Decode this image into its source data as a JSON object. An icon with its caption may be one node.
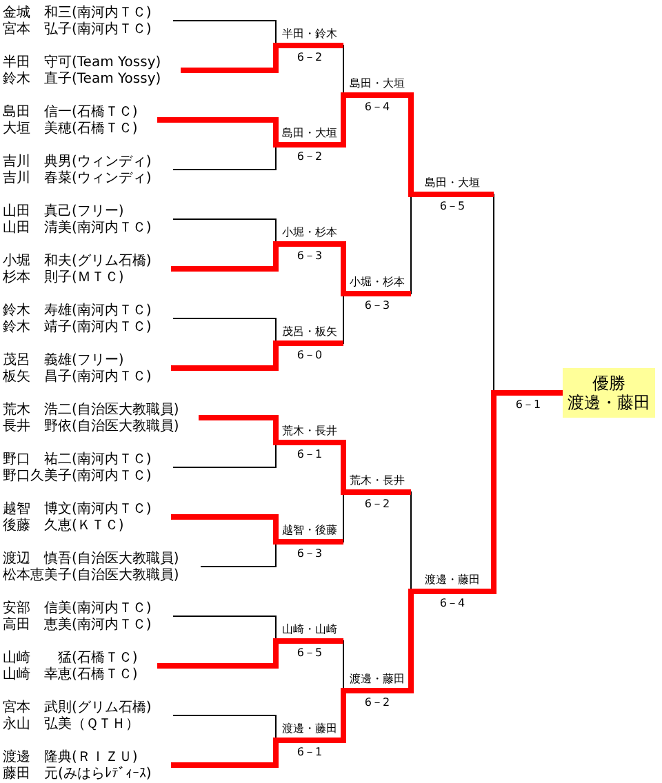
{
  "diagram": {
    "nodes": [
      {
        "text": [
          "金城　和三(南河内ＴＣ)",
          "宮本　弘子(南河内ＴＣ)"
        ]
      },
      {
        "text": [
          "半田　守可(Team Yossy)",
          "鈴木　直子(Team Yossy)"
        ]
      },
      {
        "text": [
          "島田　信一(石橋ＴＣ)",
          "大垣　美穂(石橋ＴＣ)"
        ]
      },
      {
        "text": [
          "吉川　典男(ウィンディ)",
          "吉川　春菜(ウィンディ)"
        ]
      },
      {
        "text": [
          "山田　真己(フリー)",
          "山田　清美(南河内ＴＣ)"
        ]
      },
      {
        "text": [
          "小堀　和夫(グリム石橋)",
          "杉本　則子(ＭＴＣ)"
        ]
      },
      {
        "text": [
          "鈴木　寿雄(南河内ＴＣ)",
          "鈴木　靖子(南河内ＴＣ)"
        ]
      },
      {
        "text": [
          "茂呂　義雄(フリー)",
          "板矢　昌子(南河内ＴＣ)"
        ]
      },
      {
        "text": [
          "荒木　浩二(自治医大教職員)",
          "長井　野依(自治医大教職員)"
        ]
      },
      {
        "text": [
          "野口　祐二(南河内ＴＣ)",
          "野口久美子(南河内ＴＣ)"
        ]
      },
      {
        "text": [
          "越智　博文(南河内ＴＣ)",
          "後藤　久恵(ＫＴＣ)"
        ]
      },
      {
        "text": [
          "渡辺　慎吾(自治医大教職員)",
          "松本恵美子(自治医大教職員)"
        ]
      },
      {
        "text": [
          "安部　信美(南河内ＴＣ)",
          "高田　恵美(南河内ＴＣ)"
        ]
      },
      {
        "text": [
          "山崎　　猛(石橋ＴＣ)",
          "山崎　幸恵(石橋ＴＣ)"
        ]
      },
      {
        "text": [
          "宮本　武則(グリム石橋)",
          "永山　弘美（ＱＴＨ）"
        ]
      },
      {
        "text": [
          "渡邊　隆典(ＲＩＺＵ)",
          "藤田　元(みはらﾚﾃﾞｨｰｽ)"
        ]
      },
      {
        "text": [
          "半田・鈴木",
          "6－2"
        ]
      },
      {
        "text": [
          "島田・大垣",
          "6－2"
        ]
      },
      {
        "text": [
          "小堀・杉本",
          "6－3"
        ]
      },
      {
        "text": [
          "茂呂・板矢",
          "6－0"
        ]
      },
      {
        "text": [
          "荒木・長井",
          "6－1"
        ]
      },
      {
        "text": [
          "越智・後藤",
          "6－3"
        ]
      },
      {
        "text": [
          "山崎・山崎",
          "6－5"
        ]
      },
      {
        "text": [
          "渡邊・藤田",
          "6－1"
        ]
      },
      {
        "text": [
          "島田・大垣",
          "6－4"
        ]
      },
      {
        "text": [
          "小堀・杉本",
          "6－3"
        ]
      },
      {
        "text": [
          "荒木・長井",
          "6－2"
        ]
      },
      {
        "text": [
          "渡邊・藤田",
          "6－2"
        ]
      },
      {
        "text": [
          "島田・大垣",
          "6－5"
        ]
      },
      {
        "text": [
          "渡邊・藤田",
          "6－4"
        ]
      },
      {
        "text": [
          "優勝",
          "渡邊・藤田"
        ]
      }
    ],
    "edges": [
      {
        "from": 0,
        "to": 16,
        "arrow": "none"
      },
      {
        "from": 1,
        "to": 16,
        "arrow": "none",
        "style": "thick",
        "color": "#ff0000"
      },
      {
        "from": 2,
        "to": 17,
        "arrow": "none",
        "style": "thick",
        "color": "#ff0000"
      },
      {
        "from": 3,
        "to": 17,
        "arrow": "none"
      },
      {
        "from": 4,
        "to": 18,
        "arrow": "none"
      },
      {
        "from": 5,
        "to": 18,
        "arrow": "none",
        "style": "thick",
        "color": "#ff0000"
      },
      {
        "from": 6,
        "to": 19,
        "arrow": "none"
      },
      {
        "from": 7,
        "to": 19,
        "arrow": "none",
        "style": "thick",
        "color": "#ff0000"
      },
      {
        "from": 8,
        "to": 20,
        "arrow": "none",
        "style": "thick",
        "color": "#ff0000"
      },
      {
        "from": 9,
        "to": 20,
        "arrow": "none"
      },
      {
        "from": 10,
        "to": 21,
        "arrow": "none",
        "style": "thick",
        "color": "#ff0000"
      },
      {
        "from": 11,
        "to": 21,
        "arrow": "none"
      },
      {
        "from": 12,
        "to": 22,
        "arrow": "none"
      },
      {
        "from": 13,
        "to": 22,
        "arrow": "none",
        "style": "thick",
        "color": "#ff0000"
      },
      {
        "from": 14,
        "to": 23,
        "arrow": "none"
      },
      {
        "from": 15,
        "to": 23,
        "arrow": "none",
        "style": "thick",
        "color": "#ff0000"
      },
      {
        "from": 16,
        "to": 24,
        "arrow": "none"
      },
      {
        "from": 17,
        "to": 24,
        "arrow": "none",
        "style": "thick",
        "color": "#ff0000"
      },
      {
        "from": 18,
        "to": 25,
        "arrow": "none",
        "style": "thick",
        "color": "#ff0000"
      },
      {
        "from": 19,
        "to": 25,
        "arrow": "none"
      },
      {
        "from": 20,
        "to": 26,
        "arrow": "none",
        "style": "thick",
        "color": "#ff0000"
      },
      {
        "from": 21,
        "to": 26,
        "arrow": "none"
      },
      {
        "from": 22,
        "to": 27,
        "arrow": "none"
      },
      {
        "from": 23,
        "to": 27,
        "arrow": "none",
        "style": "thick",
        "color": "#ff0000"
      },
      {
        "from": 24,
        "to": 28,
        "arrow": "none",
        "style": "thick",
        "color": "#ff0000"
      },
      {
        "from": 25,
        "to": 28,
        "arrow": "none"
      },
      {
        "from": 26,
        "to": 29,
        "arrow": "none"
      },
      {
        "from": 27,
        "to": 29,
        "arrow": "none",
        "style": "thick",
        "color": "#ff0000"
      },
      {
        "from": 28,
        "to": 30,
        "arrow": "none"
      },
      {
        "from": 29,
        "to": 30,
        "arrow": "none",
        "style": "thick",
        "color": "#ff0000",
        "label": "6－1"
      }
    ]
  }
}
